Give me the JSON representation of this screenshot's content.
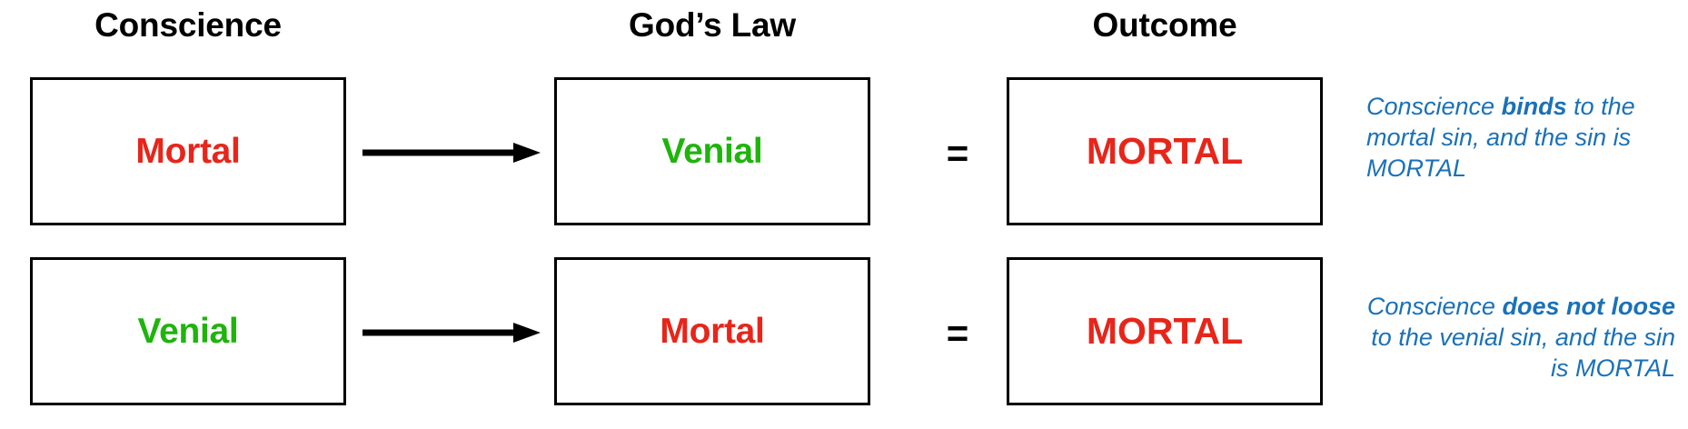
{
  "diagram": {
    "title_row": {
      "columns": [
        {
          "label": "Conscience"
        },
        {
          "label": "God’s Law"
        },
        {
          "label": "Outcome"
        }
      ]
    },
    "colors": {
      "mortal": "#e8251a",
      "venial": "#1eb40c",
      "note": "#1a71b8",
      "border": "#000000",
      "background": "#ffffff"
    },
    "rows": [
      {
        "conscience": "Mortal",
        "conscience_color": "#e8251a",
        "gods_law": "Venial",
        "gods_law_color": "#1eb40c",
        "operator": "=",
        "outcome": "MORTAL",
        "outcome_color": "#e8251a",
        "note": {
          "part1": "Conscience ",
          "emphasis1": "binds",
          "part2": " to the mortal sin, and the sin is MORTAL"
        }
      },
      {
        "conscience": "Venial",
        "conscience_color": "#1eb40c",
        "gods_law": "Mortal",
        "gods_law_color": "#e8251a",
        "operator": "=",
        "outcome": "MORTAL",
        "outcome_color": "#e8251a",
        "note": {
          "part1": "Conscience ",
          "emphasis1": "does not loose",
          "part2": " to the venial sin, and the sin is MORTAL"
        }
      }
    ],
    "arrow_icon": "arrow-right-icon"
  }
}
